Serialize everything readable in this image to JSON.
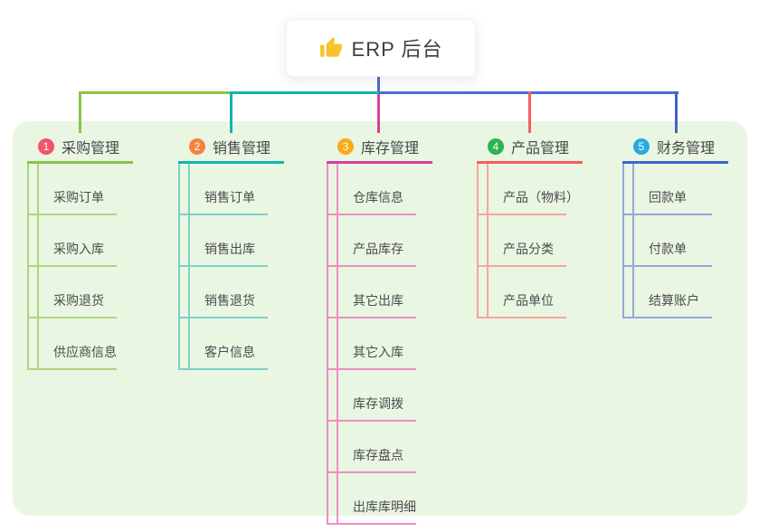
{
  "root": {
    "title": "ERP 后台",
    "icon": "thumbs-up",
    "icon_color": "#f7c32a"
  },
  "connectors": {
    "root_stem_color": "#5069d2",
    "bus_left_color": "#8ac44a",
    "bus_mid_color": "#14b3ae",
    "bus_right_color": "#4a6ad6"
  },
  "panel": {
    "background": "#e9f6e2"
  },
  "branches": [
    {
      "index": "1",
      "label": "采购管理",
      "badge_color": "#f0566b",
      "line_color": "#8ac44a",
      "light_color": "#aed581",
      "children": [
        "采购订单",
        "采购入库",
        "采购退货",
        "供应商信息"
      ]
    },
    {
      "index": "2",
      "label": "销售管理",
      "badge_color": "#f5823f",
      "line_color": "#14b3ae",
      "light_color": "#7fd0c9",
      "children": [
        "销售订单",
        "销售出库",
        "销售退货",
        "客户信息"
      ]
    },
    {
      "index": "3",
      "label": "库存管理",
      "badge_color": "#fbab18",
      "line_color": "#d6409e",
      "light_color": "#ee8ec5",
      "children": [
        "仓库信息",
        "产品库存",
        "其它出库",
        "其它入库",
        "库存调拨",
        "库存盘点",
        "出库库明细"
      ]
    },
    {
      "index": "4",
      "label": "产品管理",
      "badge_color": "#2db350",
      "line_color": "#f85d60",
      "light_color": "#fba3a0",
      "children": [
        "产品（物料）",
        "产品分类",
        "产品单位"
      ]
    },
    {
      "index": "5",
      "label": "财务管理",
      "badge_color": "#29a9e0",
      "line_color": "#4063c8",
      "light_color": "#93a9dc",
      "children": [
        "回款单",
        "付款单",
        "结算账户"
      ]
    }
  ]
}
